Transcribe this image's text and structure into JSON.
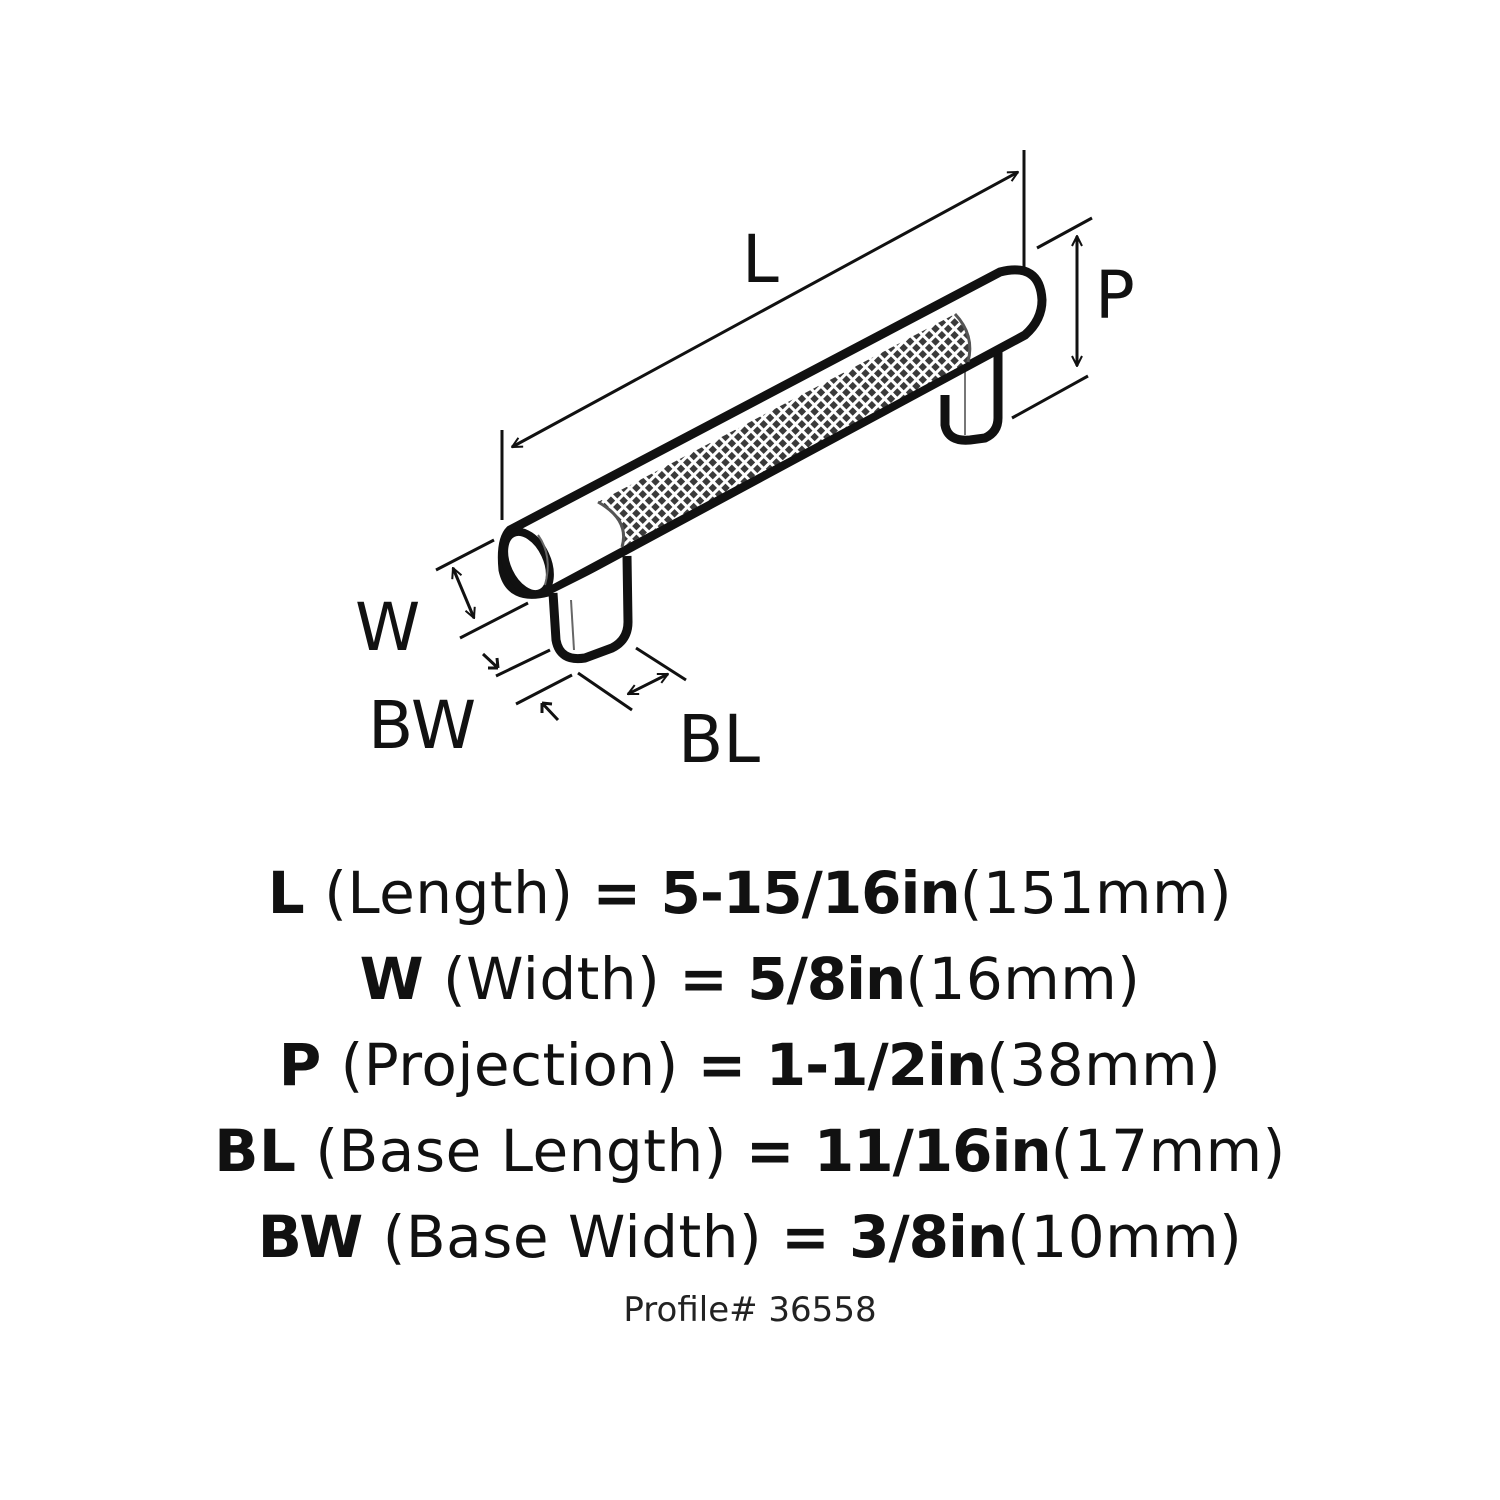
{
  "diagram": {
    "subject": "bar-pull-cabinet-handle-knurled",
    "labels": {
      "length": "L",
      "projection": "P",
      "width": "W",
      "base_width": "BW",
      "base_length": "BL"
    },
    "stroke_color": "#111111",
    "background_color": "#ffffff"
  },
  "specs": [
    {
      "code": "L",
      "name": "(Length)",
      "eq": "=",
      "imperial": "5-15/16in",
      "metric": "(151mm)"
    },
    {
      "code": "W",
      "name": "(Width)",
      "eq": "=",
      "imperial": "5/8in",
      "metric": "(16mm)"
    },
    {
      "code": "P",
      "name": "(Projection)",
      "eq": "=",
      "imperial": "1-1/2in",
      "metric": "(38mm)"
    },
    {
      "code": "BL",
      "name": "(Base Length)",
      "eq": "=",
      "imperial": "11/16in",
      "metric": "(17mm)"
    },
    {
      "code": "BW",
      "name": "(Base Width)",
      "eq": "=",
      "imperial": "3/8in",
      "metric": "(10mm)"
    }
  ],
  "footer": {
    "profile": "Profile# 36558"
  }
}
